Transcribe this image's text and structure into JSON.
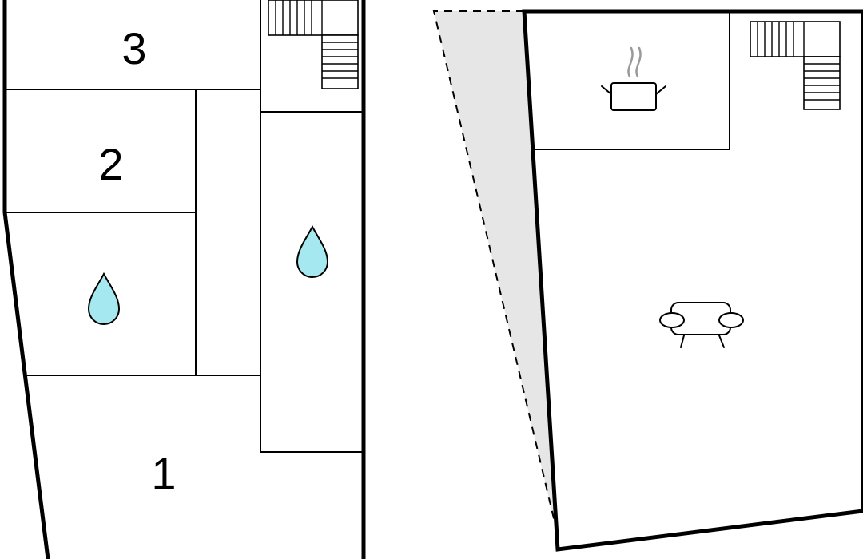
{
  "floors": [
    {
      "rooms": [
        {
          "number": "3"
        },
        {
          "number": "2"
        },
        {
          "number": "1"
        }
      ],
      "icons": [
        "water-drop-icon",
        "water-drop-icon",
        "staircase-icon"
      ]
    },
    {
      "rooms": [],
      "icons": [
        "cooking-pot-icon",
        "armchair-icon",
        "staircase-icon"
      ],
      "exterior_area_color": "#e6e6e6"
    }
  ],
  "colors": {
    "wall": "#000000",
    "water_drop_fill": "#a6e8ef",
    "exterior_area": "#e6e6e6",
    "steam": "#999999"
  }
}
